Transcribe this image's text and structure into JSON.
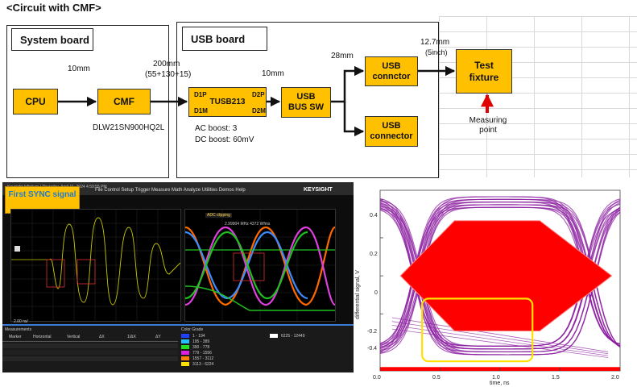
{
  "heading": "<Circuit with CMF>",
  "system_board": {
    "title": "System board"
  },
  "usb_board": {
    "title": "USB board"
  },
  "blocks": {
    "cpu": "CPU",
    "cmf": "CMF",
    "tusb": "TUSB213",
    "usb_bus_sw": "USB BUS SW",
    "usb_conn_top": "USB connctor",
    "usb_conn_bottom": "USB connector",
    "test_fixture": "Test fixture"
  },
  "pins": {
    "d1p": "D1P",
    "d1m": "D1M",
    "d2p": "D2P",
    "d2m": "D2M"
  },
  "labels": {
    "len_10mm_a": "10mm",
    "len_200mm": "200mm",
    "len_200mm_detail": "(55+130+15)",
    "len_10mm_b": "10mm",
    "len_28mm": "28mm",
    "len_127mm": "12.7mm",
    "len_5inch": "(5inch)",
    "cmf_part": "DLW21SN900HQ2L",
    "ac_boost": "AC boost: 3",
    "dc_boost": "DC boost:  60mV",
    "measuring_point": "Measuring point"
  },
  "scope": {
    "title_bar": "Keysight Infiniium | Thursday, April 11, 2024 4:59:55 PM",
    "menu": "File  Control  Setup  Trigger  Measure  Math  Analyze  Utilities  Demos  Help",
    "brand": "KEYSIGHT",
    "first_sync": "First SYNC signal",
    "adc_clipping": "ADC clipping",
    "readout": "2.99904 MHz  4372 Wfms",
    "timebase": "2.00 ns/",
    "measurements_title": "Measurements",
    "meas_cols": [
      "Marker",
      "Horizontal",
      "Vertical",
      "ΔX",
      "1/ΔX",
      "ΔY"
    ],
    "color_grade_title": "Color Grade",
    "color_grade": [
      "1 - 194",
      "195 - 389",
      "390 - 778",
      "779 - 1556",
      "1557 - 3112",
      "3113 - 6224"
    ],
    "hits_range": "6225 - 12449"
  },
  "eye_chart": {
    "x_ticks": [
      "0.0",
      "0.5",
      "1.0",
      "1.5",
      "2.0"
    ],
    "y_ticks": [
      "0.4",
      "0.2",
      "0",
      "-0.2",
      "-0.4"
    ],
    "xlabel": "time, ns",
    "ylabel": "differential signal, V"
  },
  "chart_data": {
    "type": "eye diagram",
    "xlabel": "time, ns",
    "ylabel": "differential signal, V",
    "xlim": [
      0.0,
      2.0
    ],
    "ylim": [
      -0.5,
      0.45
    ],
    "x_ticks": [
      0.0,
      0.5,
      1.0,
      1.5,
      2.0
    ],
    "y_ticks": [
      0.4,
      0.2,
      0,
      -0.2,
      -0.4
    ],
    "mask": [
      [
        0.17,
        0.0
      ],
      [
        0.62,
        0.29
      ],
      [
        1.33,
        0.29
      ],
      [
        1.93,
        0.0
      ],
      [
        1.33,
        -0.29
      ],
      [
        0.62,
        -0.29
      ]
    ],
    "limit_bands": [
      0.48,
      -0.48
    ],
    "highlight": {
      "x": [
        0.35,
        1.27
      ],
      "y": [
        -0.45,
        -0.12
      ]
    }
  },
  "colors": {
    "block": "#ffc000",
    "mask": "#ff0000",
    "eye_trace": "#8b1fa0",
    "highlight": "#ffe100",
    "scope_bg": "#0d0d0d"
  }
}
